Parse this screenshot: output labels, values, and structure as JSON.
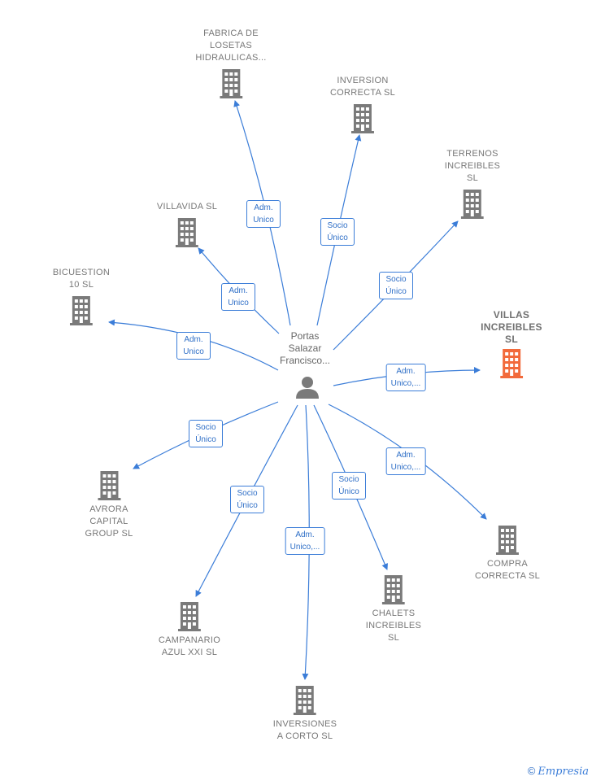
{
  "colors": {
    "edge": "#3b7dd8",
    "building": "#7a7a7a",
    "target_building": "#f26a3b"
  },
  "center": {
    "name": "Portas\nSalazar\nFrancisco...",
    "icon": "person-icon"
  },
  "nodes": [
    {
      "id": "fabrica",
      "label": "FABRICA DE\nLOSETAS\nHIDRAULICAS...",
      "icon": "building-icon"
    },
    {
      "id": "inversion-correcta",
      "label": "INVERSION\nCORRECTA  SL",
      "icon": "building-icon"
    },
    {
      "id": "terrenos",
      "label": "TERRENOS\nINCREIBLES\nSL",
      "icon": "building-icon"
    },
    {
      "id": "villavida",
      "label": "VILLAVIDA SL",
      "icon": "building-icon"
    },
    {
      "id": "bicuestion",
      "label": "BICUESTION\n10  SL",
      "icon": "building-icon"
    },
    {
      "id": "villas",
      "label": "VILLAS\nINCREIBLES\nSL",
      "icon": "building-icon",
      "highlight": true
    },
    {
      "id": "avrora",
      "label": "AVRORA\nCAPITAL\nGROUP  SL",
      "icon": "building-icon"
    },
    {
      "id": "compra",
      "label": "COMPRA\nCORRECTA  SL",
      "icon": "building-icon"
    },
    {
      "id": "chalets",
      "label": "CHALETS\nINCREIBLES\nSL",
      "icon": "building-icon"
    },
    {
      "id": "campanario",
      "label": "CAMPANARIO\nAZUL XXI  SL",
      "icon": "building-icon"
    },
    {
      "id": "inversiones-corto",
      "label": "INVERSIONES\nA CORTO  SL",
      "icon": "building-icon"
    }
  ],
  "edges": [
    {
      "to": "fabrica",
      "label": "Adm.\nUnico"
    },
    {
      "to": "inversion-correcta",
      "label": "Socio\nÚnico"
    },
    {
      "to": "terrenos",
      "label": "Socio\nÚnico"
    },
    {
      "to": "villavida",
      "label": "Adm.\nUnico"
    },
    {
      "to": "bicuestion",
      "label": "Adm.\nUnico"
    },
    {
      "to": "villas",
      "label": "Adm.\nUnico,..."
    },
    {
      "to": "avrora",
      "label": "Socio\nÚnico"
    },
    {
      "to": "compra",
      "label": "Adm.\nUnico,..."
    },
    {
      "to": "chalets",
      "label": "Socio\nÚnico"
    },
    {
      "to": "campanario",
      "label": "Socio\nÚnico"
    },
    {
      "to": "inversiones-corto",
      "label": "Adm.\nUnico,..."
    }
  ],
  "footer": {
    "copyright": "©",
    "brand": "Empresia"
  }
}
